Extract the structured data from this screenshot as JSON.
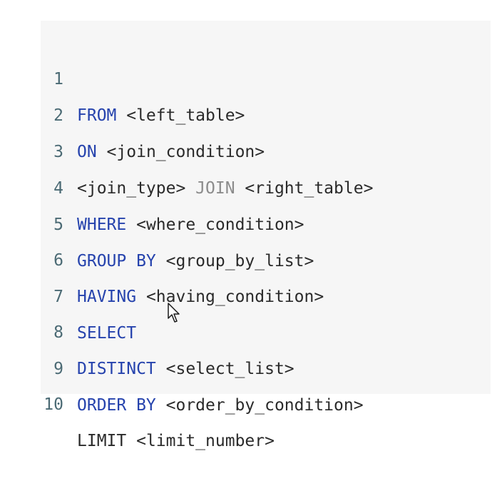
{
  "code_lines": [
    {
      "number": "1",
      "keyword": "FROM",
      "keyword_style": "blue",
      "rest": " <left_table>"
    },
    {
      "number": "2",
      "keyword": "ON",
      "keyword_style": "blue",
      "rest": " <join_condition>"
    },
    {
      "number": "3",
      "pre": "<join_type> ",
      "keyword": "JOIN",
      "keyword_style": "gray",
      "rest": " <right_table>"
    },
    {
      "number": "4",
      "keyword": "WHERE",
      "keyword_style": "blue",
      "rest": " <where_condition>"
    },
    {
      "number": "5",
      "keyword": "GROUP BY",
      "keyword_style": "blue",
      "rest": " <group_by_list>"
    },
    {
      "number": "6",
      "keyword": "HAVING",
      "keyword_style": "blue",
      "rest": " <having_condition>"
    },
    {
      "number": "7",
      "keyword": "SELECT",
      "keyword_style": "blue",
      "rest": ""
    },
    {
      "number": "8",
      "keyword": "DISTINCT",
      "keyword_style": "blue",
      "rest": " <select_list>"
    },
    {
      "number": "9",
      "keyword": "ORDER BY",
      "keyword_style": "blue",
      "rest": " <order_by_condition>"
    },
    {
      "number": "10",
      "keyword": "LIMIT",
      "keyword_style": "dark",
      "rest": " <limit_number>"
    }
  ],
  "colors": {
    "keyword_blue": "#2643ad",
    "text": "#2a2a2a",
    "keyword_gray": "#8c8c8c",
    "line_number": "#4b6a74",
    "code_background": "#f6f6f6"
  },
  "icons": {
    "cursor": "mouse-pointer-icon"
  }
}
